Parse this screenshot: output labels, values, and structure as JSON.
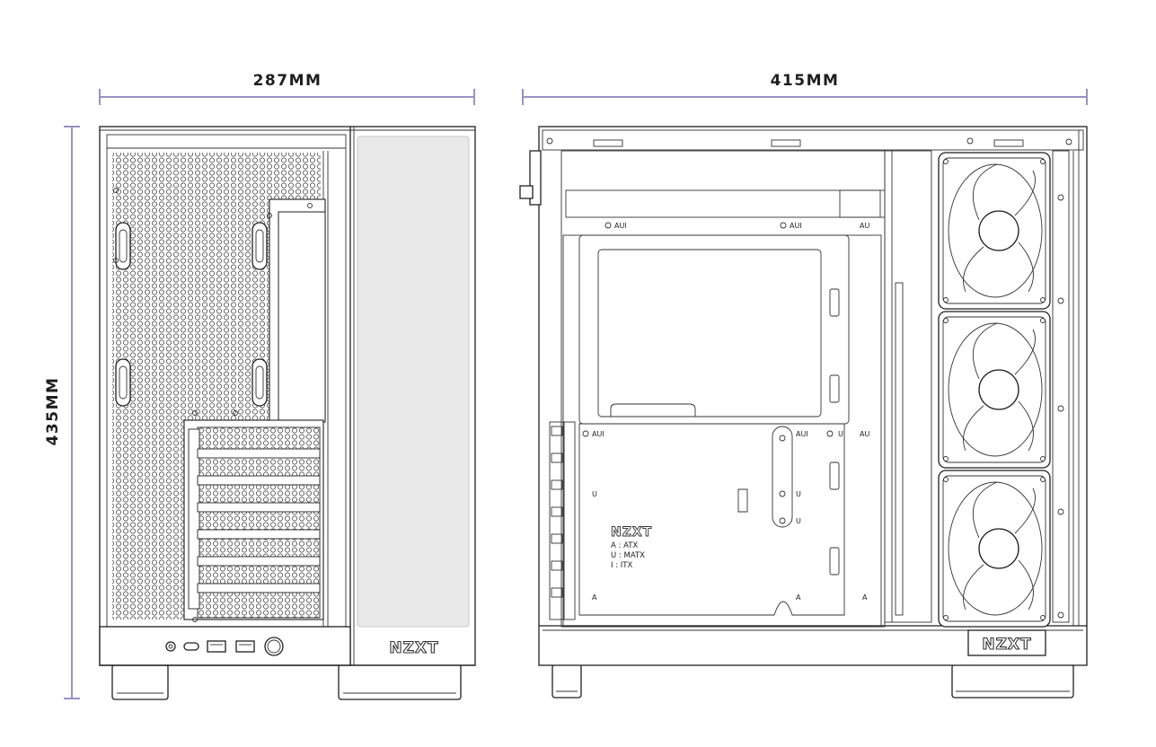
{
  "dimensions": {
    "width": "287MM",
    "depth": "415MM",
    "height": "435MM"
  },
  "colors": {
    "dimension_line": "#9a92c2",
    "outline": "#1f1f1f",
    "glass_panel": "#e9e9e9"
  },
  "front_view": {
    "brand": "NZXT",
    "io_ports": [
      "audio-jack-icon",
      "usb-c-port-icon",
      "usb-a-port-icon",
      "usb-a-port-icon",
      "power-button-icon"
    ]
  },
  "side_view": {
    "brand": "NZXT",
    "plate_brand": "NZXT",
    "legend": [
      "A : ATX",
      "U : MATX",
      "I : ITX"
    ],
    "standoff_labels": {
      "aui": "AUI",
      "au": "AU",
      "u": "U",
      "a": "A"
    }
  }
}
